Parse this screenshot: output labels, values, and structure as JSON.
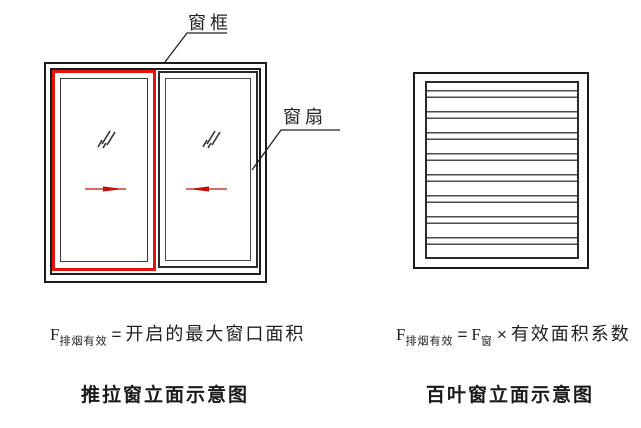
{
  "colors": {
    "line": "#1c1c1c",
    "highlight_red": "#e3140b",
    "text": "#1f1f1f"
  },
  "left_diagram": {
    "frame_label": "窗框",
    "sash_label": "窗扇",
    "formula": {
      "f_symbol": "F",
      "f_subscript": "排烟有效",
      "equals": "=",
      "rhs": "开启的最大窗口面积"
    },
    "caption": "推拉窗立面示意图"
  },
  "right_diagram": {
    "formula": {
      "f_symbol": "F",
      "f_subscript": "排烟有效",
      "equals": "=",
      "f2_symbol": "F",
      "f2_subscript": "窗",
      "times": "×",
      "rhs": "有效面积系数"
    },
    "caption": "百叶窗立面示意图"
  }
}
